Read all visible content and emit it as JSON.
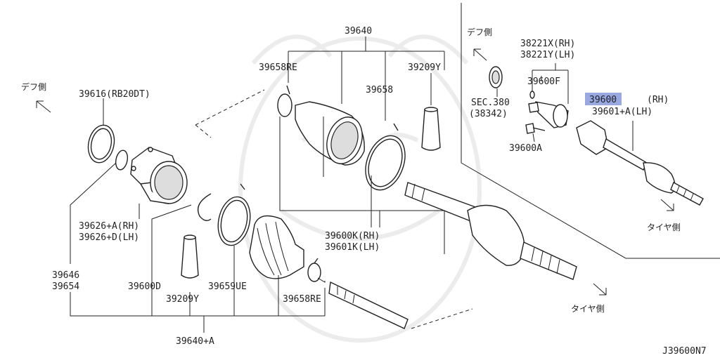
{
  "colors": {
    "line": "#222222",
    "highlight": "#9aa8e0",
    "watermark": "#ececec"
  },
  "directions": {
    "diff_left": "デフ側",
    "diff_right": "デフ側",
    "tire_mid": "タイヤ側",
    "tire_right": "タイヤ側"
  },
  "labels": {
    "p39640": "39640",
    "p39658RE_top": "39658RE",
    "p39209Y_top": "39209Y",
    "p39658": "39658",
    "p39616": "39616(RB20DT)",
    "p39626": "39626+A(RH)",
    "p39626d": "39626+D(LH)",
    "p39646": "39646",
    "p39654": "39654",
    "p39600D": "39600D",
    "p39209Y_bot": "39209Y",
    "p39659UE": "39659UE",
    "p39658RE_bot": "39658RE",
    "p39640A": "39640+A",
    "p39600K": "39600K(RH)",
    "p39601K": "39601K(LH)",
    "p38221X": "38221X(RH)",
    "p38221Y": "38221Y(LH)",
    "p39600F": "39600F",
    "sec380": "SEC.380",
    "p38342": "(38342)",
    "p39600A": "39600A",
    "p39600_part": "39600",
    "p39600_rh": "(RH)",
    "p39601A": "39601+A(LH)",
    "diagram_code": "J39600N7"
  }
}
